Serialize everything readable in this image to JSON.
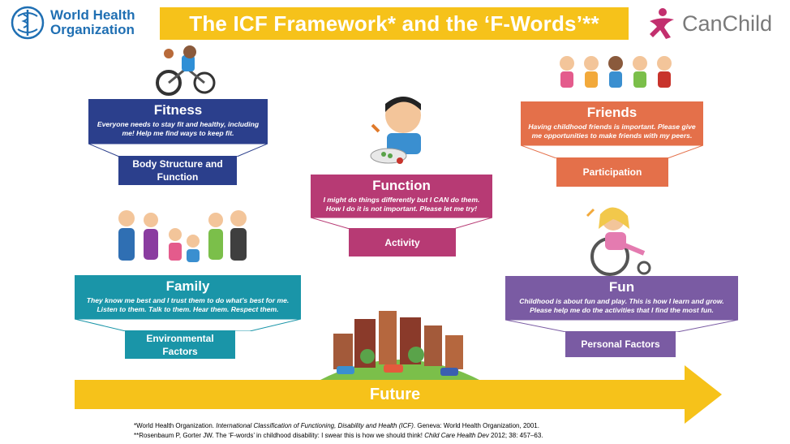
{
  "title": "The ICF Framework* and the ‘F-Words’**",
  "logos": {
    "who_line1": "World Health",
    "who_line2": "Organization",
    "canchild": "CanChild"
  },
  "colors": {
    "title_banner": "#f6c21a",
    "fitness": "#2b3f8c",
    "function": "#b73a74",
    "friends": "#e4704a",
    "family": "#1a95a8",
    "fun": "#7a5ba3",
    "future_arrow": "#f6c21a"
  },
  "f_words": {
    "fitness": {
      "title": "Fitness",
      "description": "Everyone needs to stay fit and healthy, including me! Help me find ways to keep fit.",
      "icf_component": "Body Structure and Function"
    },
    "function": {
      "title": "Function",
      "description": "I might do things differently but I CAN do them. How I do it is not important. Please let me try!",
      "icf_component": "Activity"
    },
    "friends": {
      "title": "Friends",
      "description": "Having childhood friends is important. Please give me opportunities to make friends with my peers.",
      "icf_component": "Participation"
    },
    "family": {
      "title": "Family",
      "description": "They know me best and I trust them to do what’s best for me. Listen to them. Talk to them. Hear them. Respect them.",
      "icf_component_line1": "Environmental",
      "icf_component_line2": "Factors"
    },
    "fun": {
      "title": "Fun",
      "description": "Childhood is about fun and play. This is how I learn and grow. Please help me do the activities that I find the most fun.",
      "icf_component": "Personal Factors"
    }
  },
  "future": "Future",
  "illustrations": [
    "child-cycling-icon",
    "child-eating-icon",
    "children-friends-icon",
    "family-group-icon",
    "child-wheelchair-icon",
    "city-skyline-icon"
  ],
  "footnotes": {
    "icf_pre": "*World Health Organization. ",
    "icf_title": "International Classification of Functioning, Disability and Health (ICF)",
    "icf_post": ". Geneva: World Health Organization, 2001.",
    "fwords_pre": "**Rosenbaum P, Gorter JW. The ‘F-words’ in childhood disability: I swear this is how we should think! ",
    "fwords_journal": "Child Care Health Dev",
    "fwords_post": " 2012; 38: 457–63."
  }
}
